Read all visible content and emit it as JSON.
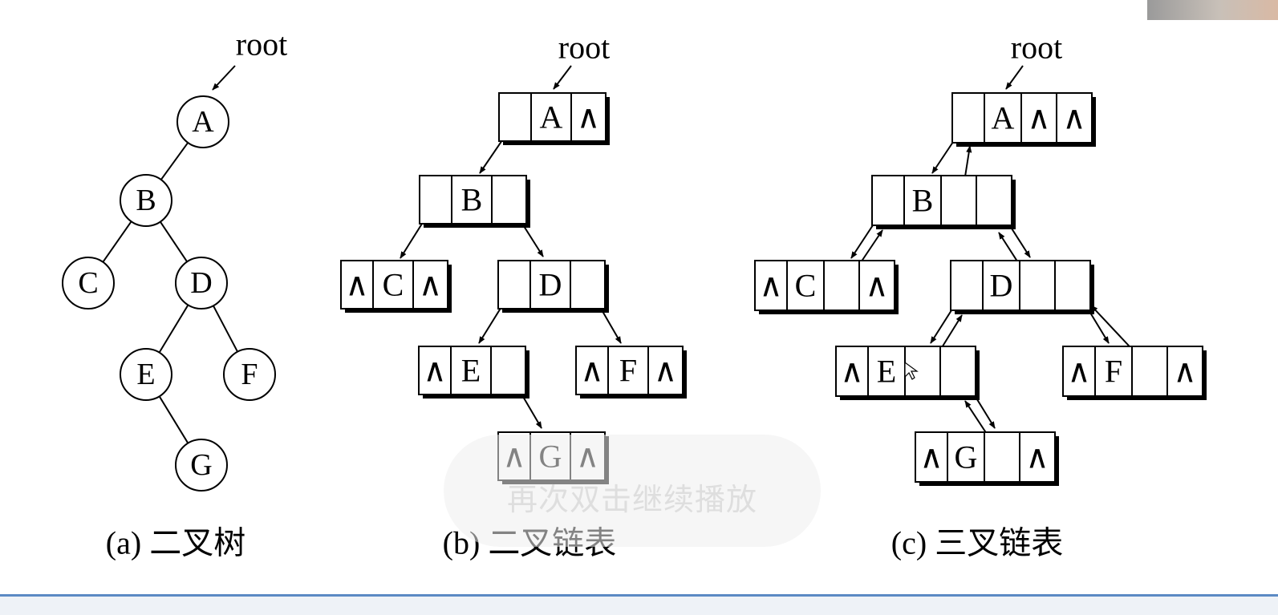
{
  "overlay_hint": "再次双击继续播放",
  "root_label": "root",
  "null_symbol": "∧",
  "captions": {
    "a": "(a) 二叉树",
    "b": "(b) 二叉链表",
    "c": "(c) 三叉链表"
  },
  "tree_a": {
    "nodes": [
      "A",
      "B",
      "C",
      "D",
      "E",
      "F",
      "G"
    ],
    "edges": [
      [
        "A",
        "B"
      ],
      [
        "B",
        "C"
      ],
      [
        "B",
        "D"
      ],
      [
        "D",
        "E"
      ],
      [
        "D",
        "F"
      ],
      [
        "E",
        "G"
      ]
    ]
  },
  "binary_list": [
    {
      "data": "A",
      "left": "B",
      "right": null
    },
    {
      "data": "B",
      "left": "C",
      "right": "D"
    },
    {
      "data": "C",
      "left": null,
      "right": null
    },
    {
      "data": "D",
      "left": "E",
      "right": "F"
    },
    {
      "data": "E",
      "left": null,
      "right": "G"
    },
    {
      "data": "F",
      "left": null,
      "right": null
    },
    {
      "data": "G",
      "left": null,
      "right": null
    }
  ],
  "ternary_list": [
    {
      "data": "A",
      "left": "B",
      "parent": null,
      "right": null
    },
    {
      "data": "B",
      "left": "C",
      "parent": "A",
      "right": "D"
    },
    {
      "data": "C",
      "left": null,
      "parent": "B",
      "right": null
    },
    {
      "data": "D",
      "left": "E",
      "parent": "B",
      "right": "F"
    },
    {
      "data": "E",
      "left": null,
      "parent": "D",
      "right": "G"
    },
    {
      "data": "F",
      "left": null,
      "parent": "D",
      "right": null
    },
    {
      "data": "G",
      "left": null,
      "parent": "E",
      "right": null
    }
  ],
  "colors": {
    "ink": "#000000",
    "accent_bar": "#5b8ac4",
    "overlay_text": "#dedede"
  }
}
